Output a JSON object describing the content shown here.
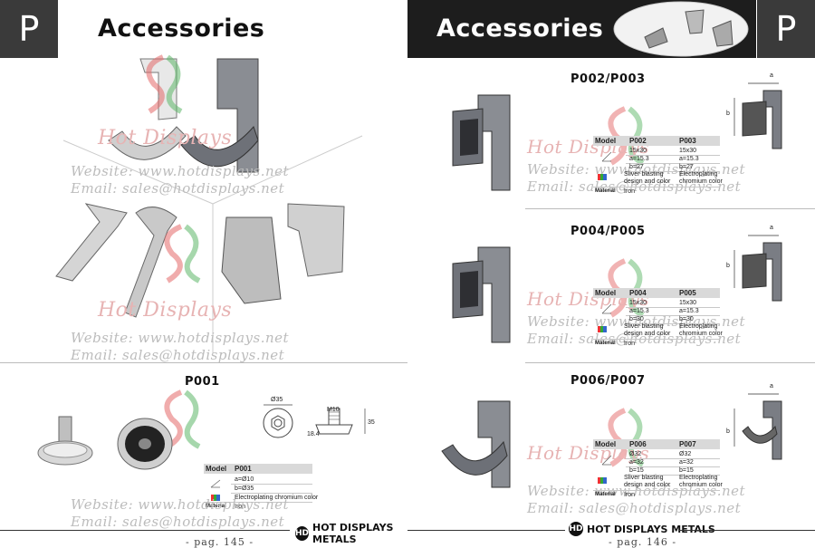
{
  "left_page": {
    "tab_letter": "P",
    "title": "Accessories",
    "watermark_website": "Website: www.hotdisplays.net",
    "watermark_email": "Email: sales@hotdisplays.net",
    "watermark_brand": "Hot Displays",
    "product_title": "P001",
    "diagram_labels": {
      "diameter": "Ø35",
      "thread": "M10",
      "base": "18.4",
      "height": "35"
    },
    "spec": {
      "header": [
        "Model",
        "P001"
      ],
      "rows": [
        [
          "a=Ø10"
        ],
        [
          "b=Ø35"
        ],
        [
          "Electroplating chromium color"
        ],
        [
          "Material",
          "Iron"
        ]
      ]
    },
    "footer_brand": "HOT DISPLAYS METALS",
    "page_label": "- pag. 145 -"
  },
  "right_page": {
    "tab_letter": "P",
    "title": "Accessories",
    "watermark_website": "Website: www.hotdisplays.net",
    "watermark_email": "Email: sales@hotdisplays.net",
    "products": [
      {
        "title": "P002/P003",
        "header": [
          "Model",
          "P002",
          "P003"
        ],
        "rows": [
          [
            "15x30",
            "15x30"
          ],
          [
            "a=15.3",
            "a=15.3"
          ],
          [
            "b=27",
            "b=27"
          ],
          [
            "Sliver blasting design and color",
            "Electroplating chromium color"
          ]
        ],
        "material": [
          "Material",
          "Iron"
        ],
        "dim_a": "a",
        "dim_b": "b"
      },
      {
        "title": "P004/P005",
        "header": [
          "Model",
          "P004",
          "P005"
        ],
        "rows": [
          [
            "15x30",
            "15x30"
          ],
          [
            "a=15.3",
            "a=15.3"
          ],
          [
            "b=30",
            "b=30"
          ],
          [
            "Sliver blasting design and color",
            "Electroplating chromium color"
          ]
        ],
        "material": [
          "Material",
          "Iron"
        ],
        "dim_a": "a",
        "dim_b": "b"
      },
      {
        "title": "P006/P007",
        "header": [
          "Model",
          "P006",
          "P007"
        ],
        "rows": [
          [
            "Ø32",
            "Ø32"
          ],
          [
            "a=32",
            "a=32"
          ],
          [
            "b=15",
            "b=15"
          ],
          [
            "Sliver blasting design and color",
            "Electroplating chromium color"
          ]
        ],
        "material": [
          "Material",
          "Iron"
        ],
        "dim_a": "a",
        "dim_b": "b"
      }
    ],
    "footer_brand": "HOT DISPLAYS METALS",
    "page_label": "- pag. 146 -"
  },
  "colors": {
    "dark_band": "#1d1d1d",
    "tab": "#3a3a3a",
    "table_header": "#d9d9d9",
    "watermark": "#bcbcbc",
    "metal": "#8a8d93"
  }
}
